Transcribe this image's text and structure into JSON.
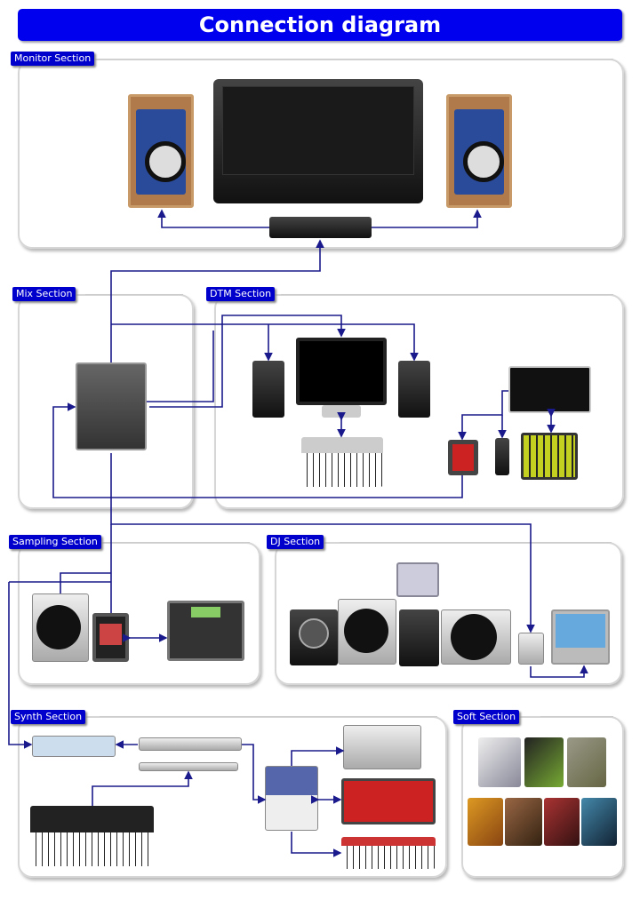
{
  "title": "Connection diagram",
  "sections": {
    "monitor": "Monitor Section",
    "mix": "Mix Section",
    "dtm": "DTM Section",
    "sampling": "Sampling Section",
    "dj": "DJ Section",
    "synth": "Synth Section",
    "soft": "Soft Section"
  },
  "colors": {
    "title_bg": "#0000ee",
    "label_bg": "#0000cc",
    "line": "#1a1a8c"
  }
}
